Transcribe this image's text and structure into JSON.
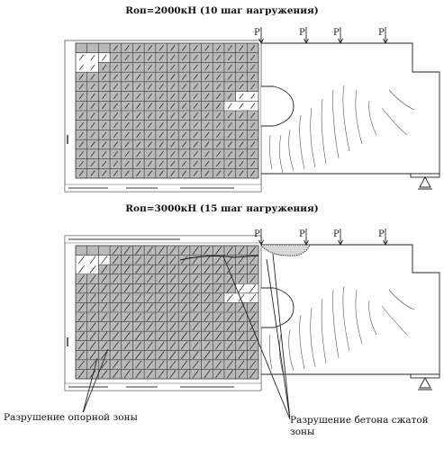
{
  "figure": {
    "title_top": "Rоп=2000кН (10 шаг нагружения)",
    "title_bottom": "Rоп=3000кН (15 шаг нагружения)"
  },
  "load_labels": [
    "P",
    "P",
    "P",
    "P"
  ],
  "annotations": {
    "support_zone": "Разрушение опорной зоны",
    "compressed_zone": "Разрушение бетона сжатой зоны"
  },
  "colors": {
    "mesh_fill": "#b9b9b9",
    "mesh_line": "#333333",
    "crack": "#1a1a1a",
    "outline": "#222222"
  }
}
